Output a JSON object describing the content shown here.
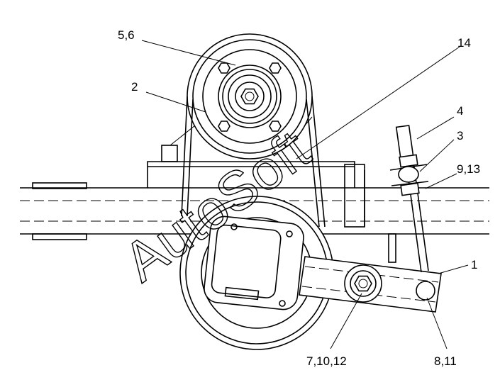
{
  "watermark": "AutoSoft",
  "callouts": [
    {
      "id": "c-5-6",
      "text": "5,6"
    },
    {
      "id": "c-2",
      "text": "2"
    },
    {
      "id": "c-14",
      "text": "14"
    },
    {
      "id": "c-4",
      "text": "4"
    },
    {
      "id": "c-3",
      "text": "3"
    },
    {
      "id": "c-9-13",
      "text": "9,13"
    },
    {
      "id": "c-1",
      "text": "1"
    },
    {
      "id": "c-7-10-12",
      "text": "7,10,12"
    },
    {
      "id": "c-8-11",
      "text": "8,11"
    }
  ]
}
